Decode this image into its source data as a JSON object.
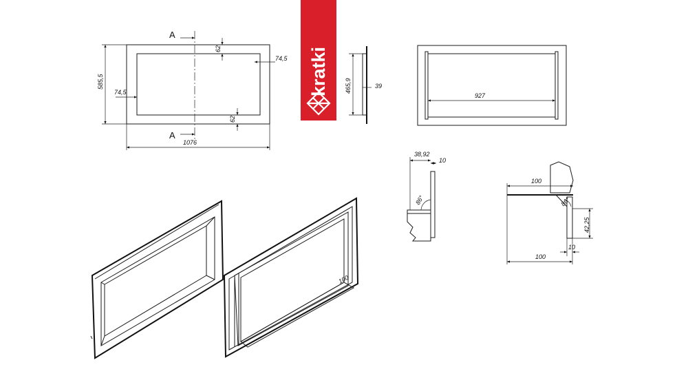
{
  "brand": {
    "name": "kratki",
    "color": "#d9202a"
  },
  "front_view": {
    "section_mark": "A",
    "dims": {
      "width": "1076",
      "height": "585,5",
      "frame_left": "74,5",
      "frame_right": "74,5",
      "frame_top": "62",
      "frame_bottom": "62"
    }
  },
  "side_view": {
    "dims": {
      "height": "465,9",
      "depth": "39"
    }
  },
  "inner_view": {
    "dims": {
      "width": "927"
    }
  },
  "detail_a": {
    "dims": {
      "width": "38,92",
      "thickness": "10",
      "angle": "86°"
    }
  },
  "detail_b": {
    "dims": {
      "top_width": "100",
      "bottom_width": "100",
      "thickness": "10",
      "height": "42,25",
      "angle": "86°"
    }
  },
  "iso_right": {
    "dims": {
      "depth": "100"
    }
  }
}
